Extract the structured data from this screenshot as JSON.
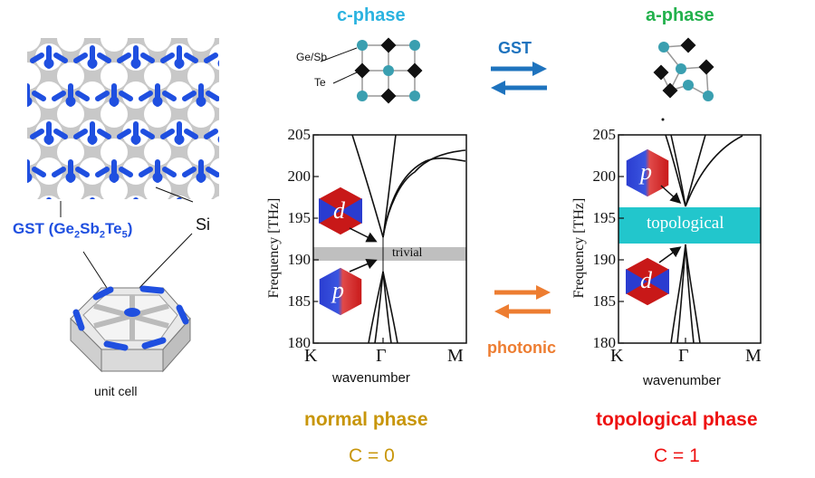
{
  "colors": {
    "gst_blue": "#1f4fe0",
    "si_gray": "#c8c8c8",
    "c_phase": "#2bb3e0",
    "a_phase": "#22b14c",
    "arrow_blue": "#1e73be",
    "arrow_orange": "#ed7d31",
    "normal_phase": "#c8960a",
    "topological_phase": "#ee1111",
    "trivial_band": "#bfbfbf",
    "topological_band": "#22c6cc",
    "atom_teal": "#3a9fb0"
  },
  "left": {
    "gst_label_prefix": "GST (Ge",
    "gst_sub1": "2",
    "gst_sb": "Sb",
    "gst_sub2": "2",
    "gst_te": "Te",
    "gst_sub3": "5",
    "gst_label_suffix": ")",
    "si_label": "Si",
    "unit_cell_label": "unit cell"
  },
  "top": {
    "c_phase_title": "c-phase",
    "a_phase_title": "a-phase",
    "gst_arrow_label": "GST",
    "gesb_label": "Ge/Sb",
    "te_label": "Te"
  },
  "middle": {
    "photonic_label": "photonic"
  },
  "left_plot": {
    "ylabel": "Frequency [THz]",
    "xlabel": "wavenumber",
    "yticks": [
      "205",
      "200",
      "195",
      "190",
      "185",
      "180"
    ],
    "xticks": [
      "K",
      "Γ",
      "M"
    ],
    "gap_label": "trivial",
    "upper_mode": "d",
    "lower_mode": "p",
    "phase_name": "normal phase",
    "chern": "C = 0"
  },
  "right_plot": {
    "ylabel": "Frequency [THz]",
    "xlabel": "wavenumber",
    "yticks": [
      "205",
      "200",
      "195",
      "190",
      "185",
      "180"
    ],
    "xticks": [
      "K",
      "Γ",
      "M"
    ],
    "gap_label": "topological",
    "upper_mode": "p",
    "lower_mode": "d",
    "phase_name": "topological phase",
    "chern": "C = 1"
  }
}
